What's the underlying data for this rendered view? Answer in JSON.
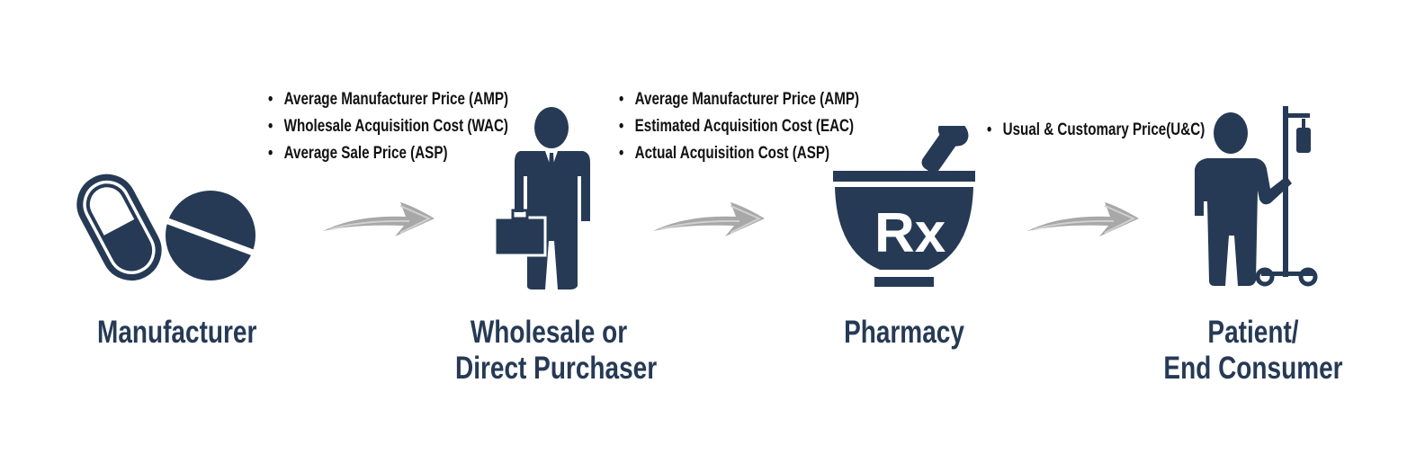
{
  "stages": [
    {
      "id": "manufacturer",
      "label_lines": [
        "Manufacturer"
      ],
      "icon": "pills-icon"
    },
    {
      "id": "wholesale",
      "label_lines": [
        "Wholesale or",
        "Direct Purchaser"
      ],
      "icon": "businessman-icon"
    },
    {
      "id": "pharmacy",
      "label_lines": [
        "Pharmacy"
      ],
      "icon": "mortar-pestle-rx-icon",
      "icon_text": "Rx"
    },
    {
      "id": "patient",
      "label_lines": [
        "Patient/",
        "End Consumer"
      ],
      "icon": "patient-iv-icon"
    }
  ],
  "price_lists": [
    {
      "between": "manufacturer-wholesale",
      "items": [
        "Average Manufacturer Price (AMP)",
        "Wholesale Acquisition Cost (WAC)",
        "Average Sale Price (ASP)"
      ]
    },
    {
      "between": "wholesale-pharmacy",
      "items": [
        "Average Manufacturer Price (AMP)",
        "Estimated Acquisition Cost (EAC)",
        "Actual Acquisition Cost (ASP)"
      ]
    },
    {
      "between": "pharmacy-patient",
      "items": [
        "Usual & Customary Price(U&C)"
      ]
    }
  ],
  "colors": {
    "icon": "#263a55",
    "arrow": "#a8a8a8",
    "text": "#111111",
    "label": "#263a55"
  }
}
